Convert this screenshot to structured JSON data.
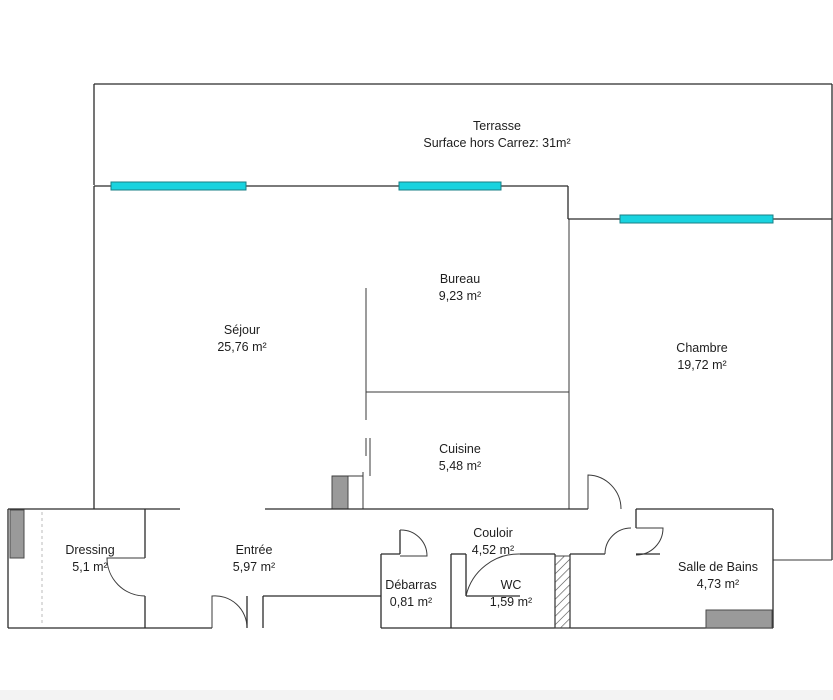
{
  "rooms": {
    "terrasse": {
      "name": "Terrasse",
      "area": "Surface hors Carrez: 31m²"
    },
    "sejour": {
      "name": "Séjour",
      "area": "25,76  m²"
    },
    "bureau": {
      "name": "Bureau",
      "area": "9,23  m²"
    },
    "chambre": {
      "name": "Chambre",
      "area": "19,72  m²"
    },
    "cuisine": {
      "name": "Cuisine",
      "area": "5,48  m²"
    },
    "couloir": {
      "name": "Couloir",
      "area": "4,52  m²"
    },
    "dressing": {
      "name": "Dressing",
      "area": "5,1  m²"
    },
    "entree": {
      "name": "Entrée",
      "area": "5,97  m²"
    },
    "debarras": {
      "name": "Débarras",
      "area": "0,81  m²"
    },
    "wc": {
      "name": "WC",
      "area": "1,59  m²"
    },
    "sdb": {
      "name": "Salle de Bains",
      "area": "4,73  m²"
    }
  },
  "colors": {
    "window": "#19d3df",
    "fixture": "#9a9a9a",
    "wall": "#2b2b2b"
  }
}
